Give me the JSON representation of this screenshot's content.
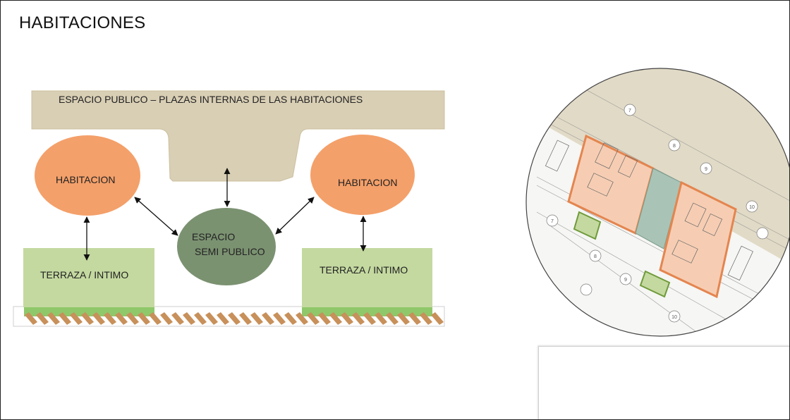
{
  "title": "HABITACIONES",
  "diagram": {
    "public_space": "ESPACIO PUBLICO  –   PLAZAS INTERNAS  DE LAS HABITACIONES",
    "room_left": "HABITACION",
    "room_right": "HABITACION",
    "semi_public_line1": "ESPACIO",
    "semi_public_line2": "SEMI PUBLICO",
    "terrace_left": "TERRAZA / INTIMO",
    "terrace_right": "TERRAZA / INTIMO"
  },
  "colors": {
    "public_space": "#d9cfb5",
    "room": "#f4a06a",
    "semi_public": "#7b9271",
    "terrace": "#c4d9a0",
    "ground": "#8fc86a",
    "hatch": "#c8905a"
  },
  "plan": {
    "room_numbers": [
      "7",
      "8",
      "9",
      "10",
      "7",
      "8",
      "9",
      "10"
    ]
  }
}
